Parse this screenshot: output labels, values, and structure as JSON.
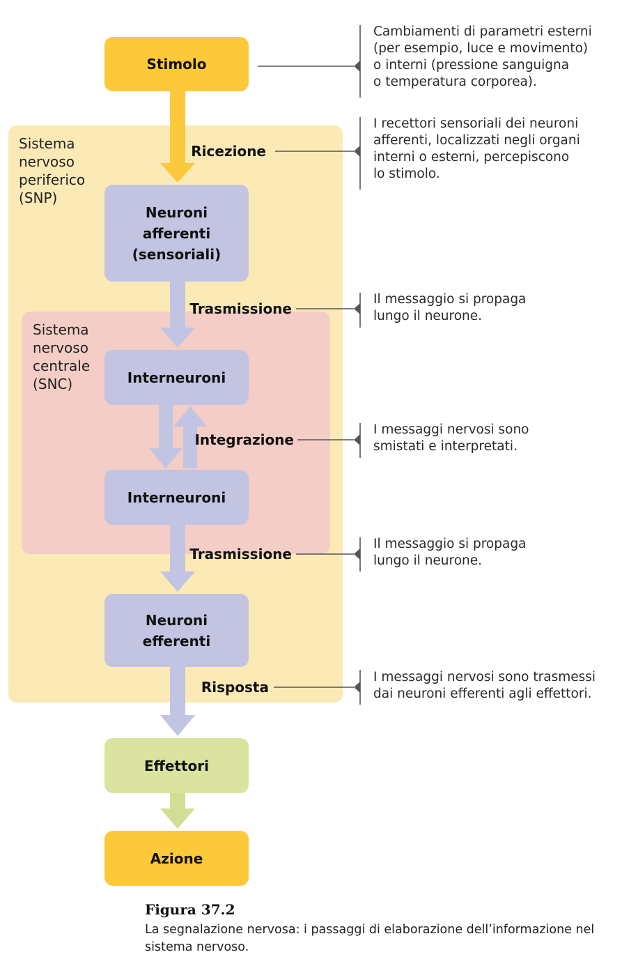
{
  "colors": {
    "snp_region": "#fbe9b6",
    "snc_region": "#f3cdc6",
    "neuron_box": "#c3c4e2",
    "neuron_arrow": "#c2c4e3",
    "stimulus_box": "#fcc93a",
    "stimulus_arrow": "#fbc93b",
    "effector_box": "#dbe3a1",
    "effector_arrow": "#d3de94",
    "action_box": "#fcc93a",
    "leader_line": "#555555"
  },
  "regions": {
    "snp": "Sistema\nnervoso\nperiferico\n(SNP)",
    "snc": "Sistema\nnervoso\ncentrale\n(SNC)"
  },
  "boxes": {
    "stimolo": "Stimolo",
    "neuroni_afferenti": "Neuroni\nafferenti\n(sensoriali)",
    "interneuroni_1": "Interneuroni",
    "interneuroni_2": "Interneuroni",
    "neuroni_efferenti": "Neuroni\nefferenti",
    "effettori": "Effettori",
    "azione": "Azione"
  },
  "steps": {
    "ricezione": "Ricezione",
    "trasmissione_1": "Trasmissione",
    "integrazione": "Integrazione",
    "trasmissione_2": "Trasmissione",
    "risposta": "Risposta"
  },
  "notes": {
    "stimolo": "Cambiamenti di parametri esterni\n(per esempio, luce e movimento)\no interni (pressione sanguigna\no temperatura corporea).",
    "ricezione": "I recettori sensoriali dei neuroni\nafferenti, localizzati negli organi\ninterni o esterni, percepiscono\nlo stimolo.",
    "trasmissione_1": "Il messaggio si propaga\nlungo il neurone.",
    "integrazione": "I messaggi nervosi sono\nsmistati e interpretati.",
    "trasmissione_2": "Il messaggio si propaga\nlungo il neurone.",
    "risposta": "I messaggi nervosi sono trasmessi\ndai neuroni efferenti agli effettori."
  },
  "caption": {
    "title": "Figura 37.2",
    "text": "La segnalazione nervosa: i passaggi di elaborazione dell’informazione nel sistema nervoso."
  }
}
